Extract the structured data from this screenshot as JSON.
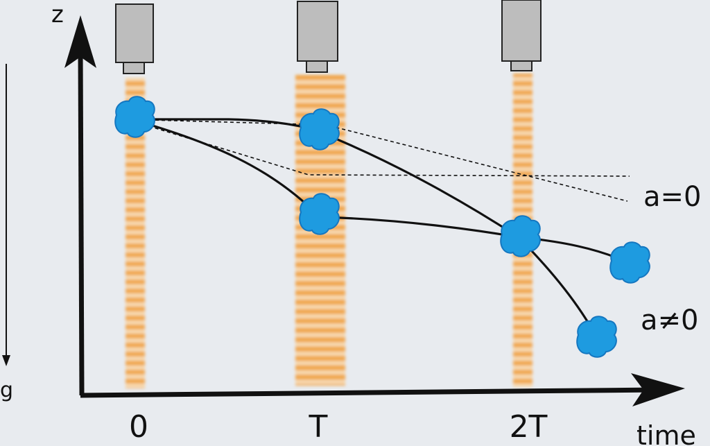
{
  "axes": {
    "z_label": "z",
    "g_label": "g",
    "time_label": "time"
  },
  "ticks": [
    "0",
    "T",
    "2T"
  ],
  "annotations": {
    "a_zero": "a=0",
    "a_nonzero": "a≠0"
  },
  "colors": {
    "background": "#e8ebef",
    "laser_stripe": "#f0a850",
    "atom_cloud": "#1e9be0",
    "device": "#bdbdbd"
  }
}
